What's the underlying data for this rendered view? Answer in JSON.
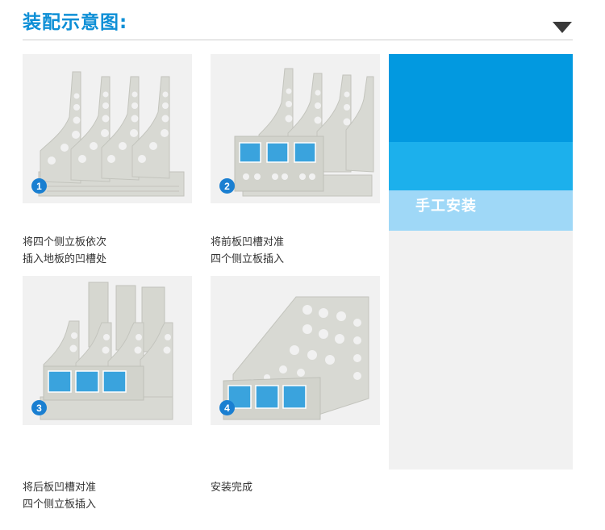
{
  "header": {
    "title": "装配示意图:"
  },
  "steps": [
    {
      "number": "1",
      "line1": "将四个侧立板依次",
      "line2": "插入地板的凹槽处"
    },
    {
      "number": "2",
      "line1": "将前板凹槽对准",
      "line2": "四个侧立板插入"
    },
    {
      "number": "3",
      "line1": "将后板凹槽对准",
      "line2": "四个侧立板插入"
    },
    {
      "number": "4",
      "line1": "安装完成",
      "line2": ""
    }
  ],
  "panel": {
    "label": "手工安装"
  },
  "colors": {
    "accent": "#0e8fd6",
    "band_dark": "#0299e0",
    "band_mid": "#1cb0ec",
    "band_light": "#9fd8f7",
    "badge": "#1a7fd1"
  },
  "icons": {
    "collapse": "chevron-down-icon"
  }
}
